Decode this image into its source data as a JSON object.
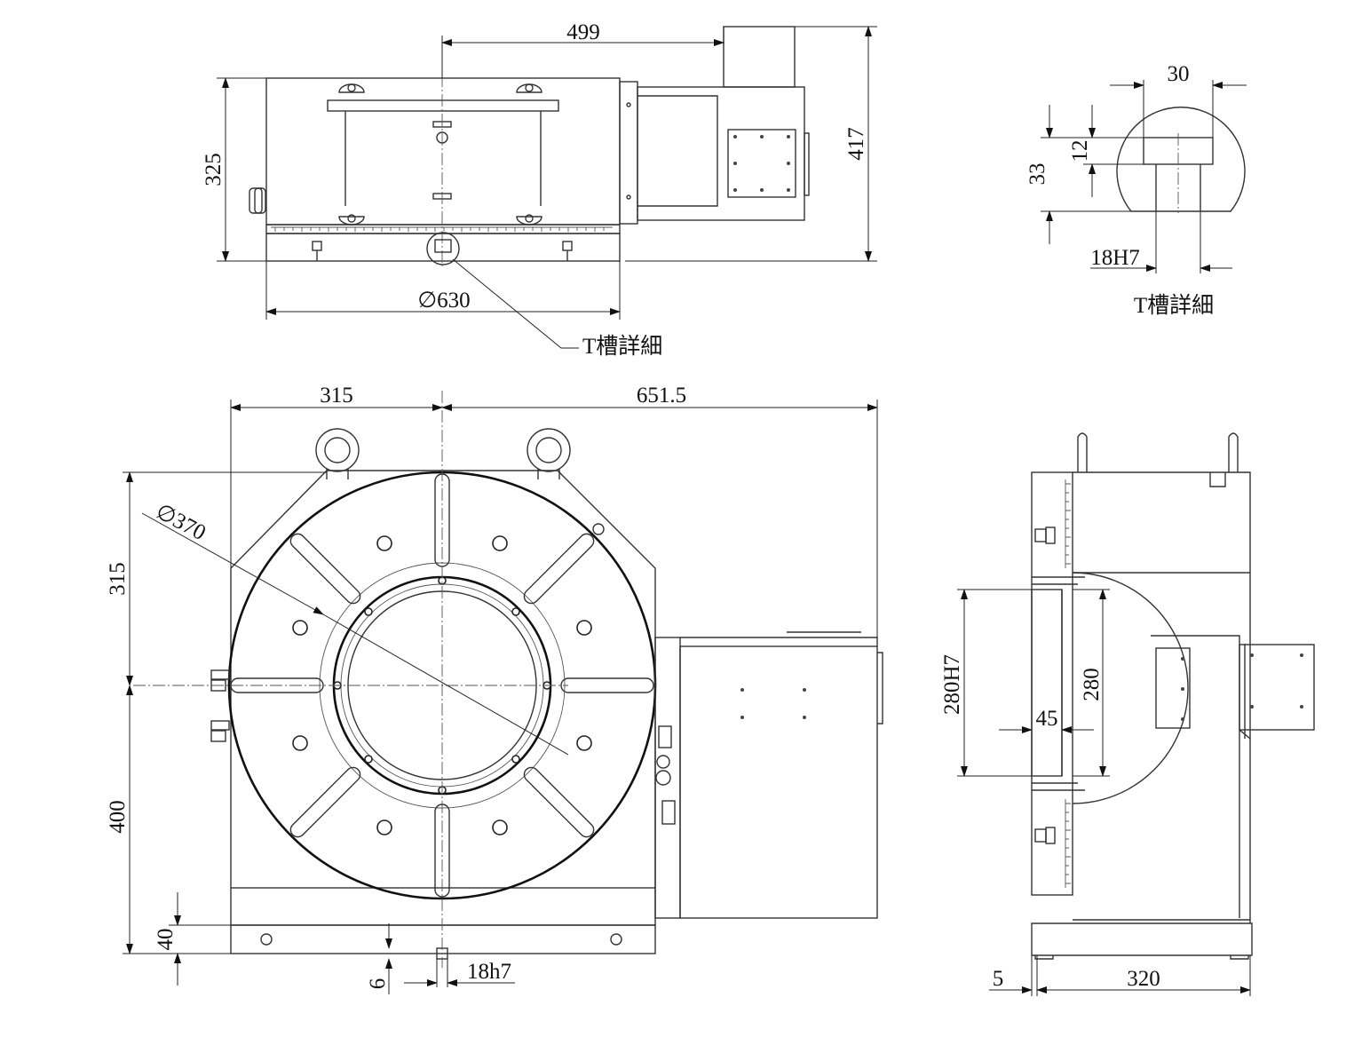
{
  "dimensions": {
    "top_width_499": "499",
    "top_height_325": "325",
    "top_height_417": "417",
    "top_diameter_630": "∅630",
    "tslot_width_30": "30",
    "tslot_depth_12": "12",
    "tslot_depth_33": "33",
    "tslot_fit_18H7": "18H7",
    "front_width_315": "315",
    "front_width_651_5": "651.5",
    "front_diameter_370": "∅370",
    "front_height_315": "315",
    "front_height_400": "400",
    "front_height_40": "40",
    "front_depth_6": "6",
    "front_key_18h7": "18h7",
    "side_bore_280H7": "280H7",
    "side_dia_280": "280",
    "side_depth_45": "45",
    "side_offset_5": "5",
    "side_width_320": "320"
  },
  "labels": {
    "tslot_detail_callout": "T槽詳細",
    "tslot_detail_title": "T槽詳細"
  }
}
